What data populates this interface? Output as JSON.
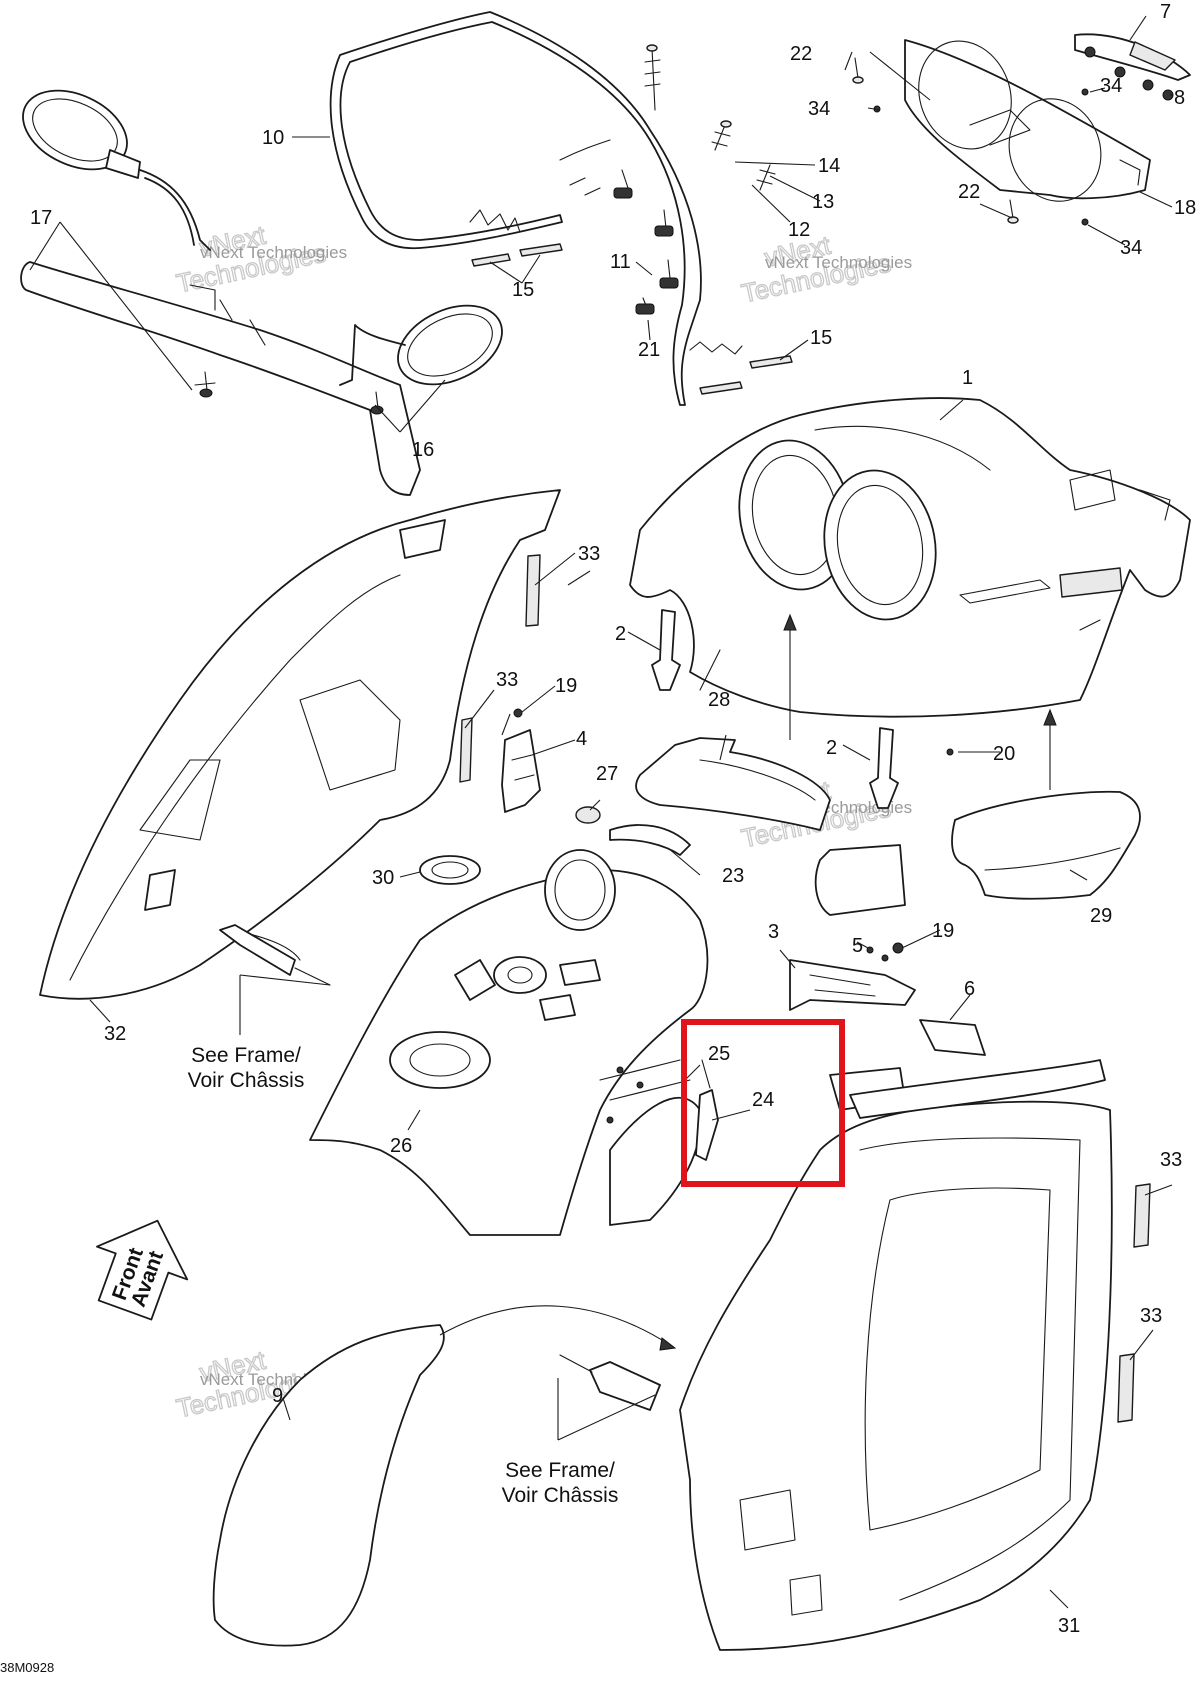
{
  "diagram": {
    "labels": [
      {
        "id": "label-1",
        "text": "1"
      },
      {
        "id": "label-2a",
        "text": "2"
      },
      {
        "id": "label-2b",
        "text": "2"
      },
      {
        "id": "label-3",
        "text": "3"
      },
      {
        "id": "label-4",
        "text": "4"
      },
      {
        "id": "label-5",
        "text": "5"
      },
      {
        "id": "label-6",
        "text": "6"
      },
      {
        "id": "label-7",
        "text": "7"
      },
      {
        "id": "label-8",
        "text": "8"
      },
      {
        "id": "label-9",
        "text": "9"
      },
      {
        "id": "label-10",
        "text": "10"
      },
      {
        "id": "label-11",
        "text": "11"
      },
      {
        "id": "label-12",
        "text": "12"
      },
      {
        "id": "label-13",
        "text": "13"
      },
      {
        "id": "label-14",
        "text": "14"
      },
      {
        "id": "label-15a",
        "text": "15"
      },
      {
        "id": "label-15b",
        "text": "15"
      },
      {
        "id": "label-16",
        "text": "16"
      },
      {
        "id": "label-17",
        "text": "17"
      },
      {
        "id": "label-18",
        "text": "18"
      },
      {
        "id": "label-19a",
        "text": "19"
      },
      {
        "id": "label-19b",
        "text": "19"
      },
      {
        "id": "label-20",
        "text": "20"
      },
      {
        "id": "label-21",
        "text": "21"
      },
      {
        "id": "label-22a",
        "text": "22"
      },
      {
        "id": "label-22b",
        "text": "22"
      },
      {
        "id": "label-23",
        "text": "23"
      },
      {
        "id": "label-24",
        "text": "24"
      },
      {
        "id": "label-25",
        "text": "25"
      },
      {
        "id": "label-26",
        "text": "26"
      },
      {
        "id": "label-27",
        "text": "27"
      },
      {
        "id": "label-28",
        "text": "28"
      },
      {
        "id": "label-29",
        "text": "29"
      },
      {
        "id": "label-30",
        "text": "30"
      },
      {
        "id": "label-31",
        "text": "31"
      },
      {
        "id": "label-32",
        "text": "32"
      },
      {
        "id": "label-33a",
        "text": "33"
      },
      {
        "id": "label-33b",
        "text": "33"
      },
      {
        "id": "label-33c",
        "text": "33"
      },
      {
        "id": "label-33d",
        "text": "33"
      },
      {
        "id": "label-34a",
        "text": "34"
      },
      {
        "id": "label-34b",
        "text": "34"
      },
      {
        "id": "label-34c",
        "text": "34"
      }
    ],
    "notes": {
      "see_frame_1_line1": "See Frame/",
      "see_frame_1_line2": "Voir Châssis",
      "see_frame_2_line1": "See Frame/",
      "see_frame_2_line2": "Voir Châssis"
    },
    "front_arrow": {
      "line1": "Front",
      "line2": "Avant"
    },
    "watermark": {
      "line1": "vNext",
      "line2": "Technologies",
      "small": "vNext Technologies"
    },
    "drawing_code": "38M0928",
    "highlight_color": "#e0141b",
    "line_color": "#1a1a1a"
  }
}
